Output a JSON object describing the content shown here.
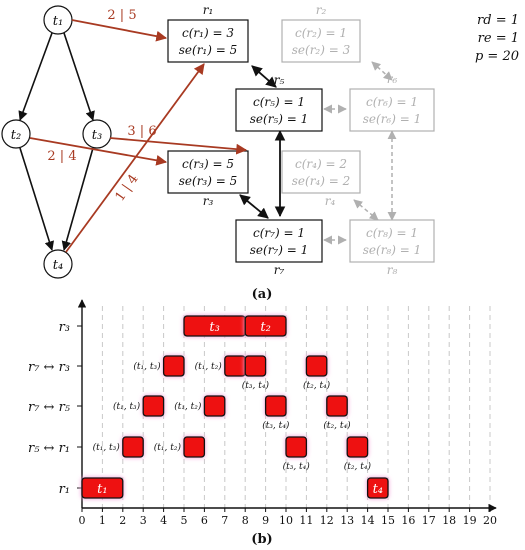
{
  "colors": {
    "black": "#111111",
    "grey": "#b0b0b0",
    "dark_red": "#a83a22",
    "block_red": "#ee1111",
    "glow": "#f4a6dc"
  },
  "part_a": {
    "caption": "(a)",
    "params": [
      "rd = 1",
      "re = 1",
      "p = 20"
    ],
    "tasks": [
      "t1",
      "t2",
      "t3",
      "t4"
    ],
    "task_labels": {
      "t1": "t₁",
      "t2": "t₂",
      "t3": "t₃",
      "t4": "t₄"
    },
    "routers": {
      "r1": {
        "name": "r₁",
        "c": "c(r₁) = 3",
        "se": "se(r₁) = 5",
        "active": true
      },
      "r2": {
        "name": "r₂",
        "c": "c(r₂) = 1",
        "se": "se(r₂) = 3",
        "active": false
      },
      "r3": {
        "name": "r₃",
        "c": "c(r₃) = 5",
        "se": "se(r₃) = 5",
        "active": true
      },
      "r4": {
        "name": "r₄",
        "c": "c(r₄) = 2",
        "se": "se(r₄) = 2",
        "active": false
      },
      "r5": {
        "name": "r₅",
        "c": "c(r₅) = 1",
        "se": "se(r₅) = 1",
        "active": true
      },
      "r6": {
        "name": "r₆",
        "c": "c(r₆) = 1",
        "se": "se(r₆) = 1",
        "active": false
      },
      "r7": {
        "name": "r₇",
        "c": "c(r₇) = 1",
        "se": "se(r₇) = 1",
        "active": true
      },
      "r8": {
        "name": "r₈",
        "c": "c(r₈) = 1",
        "se": "se(r₈) = 1",
        "active": false
      }
    },
    "mapping_labels": [
      "2 | 5",
      "3 | 6",
      "2 | 4",
      "1 | 4"
    ]
  },
  "part_b": {
    "caption": "(b)",
    "chart_data": {
      "type": "gantt",
      "x_ticks": [
        0,
        1,
        2,
        3,
        4,
        5,
        6,
        7,
        8,
        9,
        10,
        11,
        12,
        13,
        14,
        15,
        16,
        17,
        18,
        19,
        20
      ],
      "xlim": [
        0,
        20
      ],
      "rows": [
        "r₃",
        "r₇ ↔ r₃",
        "r₇ ↔ r₅",
        "r₅ ↔ r₁",
        "r₁"
      ],
      "tasks": [
        {
          "row": 4,
          "start": 0,
          "end": 2,
          "label": "t₁"
        },
        {
          "row": 4,
          "start": 14,
          "end": 15,
          "label": "t₄"
        },
        {
          "row": 0,
          "start": 5,
          "end": 8,
          "label": "t₃"
        },
        {
          "row": 0,
          "start": 8,
          "end": 10,
          "label": "t₂"
        }
      ],
      "messages": [
        {
          "row": 3,
          "start": 2,
          "end": 3,
          "label": "(t₁, t₃)",
          "label_side": "left"
        },
        {
          "row": 3,
          "start": 5,
          "end": 6,
          "label": "(t₁, t₂)",
          "label_side": "left"
        },
        {
          "row": 3,
          "start": 10,
          "end": 11,
          "label": "(t₃, t₄)",
          "label_side": "below"
        },
        {
          "row": 3,
          "start": 13,
          "end": 14,
          "label": "(t₂, t₄)",
          "label_side": "below"
        },
        {
          "row": 2,
          "start": 3,
          "end": 4,
          "label": "(t₁, t₃)",
          "label_side": "left"
        },
        {
          "row": 2,
          "start": 6,
          "end": 7,
          "label": "(t₁, t₂)",
          "label_side": "left"
        },
        {
          "row": 2,
          "start": 9,
          "end": 10,
          "label": "(t₃, t₄)",
          "label_side": "below"
        },
        {
          "row": 2,
          "start": 12,
          "end": 13,
          "label": "(t₂, t₄)",
          "label_side": "below"
        },
        {
          "row": 1,
          "start": 4,
          "end": 5,
          "label": "(t₁, t₃)",
          "label_side": "left"
        },
        {
          "row": 1,
          "start": 7,
          "end": 8,
          "label": "(t₁, t₂)",
          "label_side": "left"
        },
        {
          "row": 1,
          "start": 8,
          "end": 9,
          "label": "(t₃, t₄)",
          "label_side": "below"
        },
        {
          "row": 1,
          "start": 11,
          "end": 12,
          "label": "(t₂, t₄)",
          "label_side": "below"
        }
      ]
    }
  }
}
